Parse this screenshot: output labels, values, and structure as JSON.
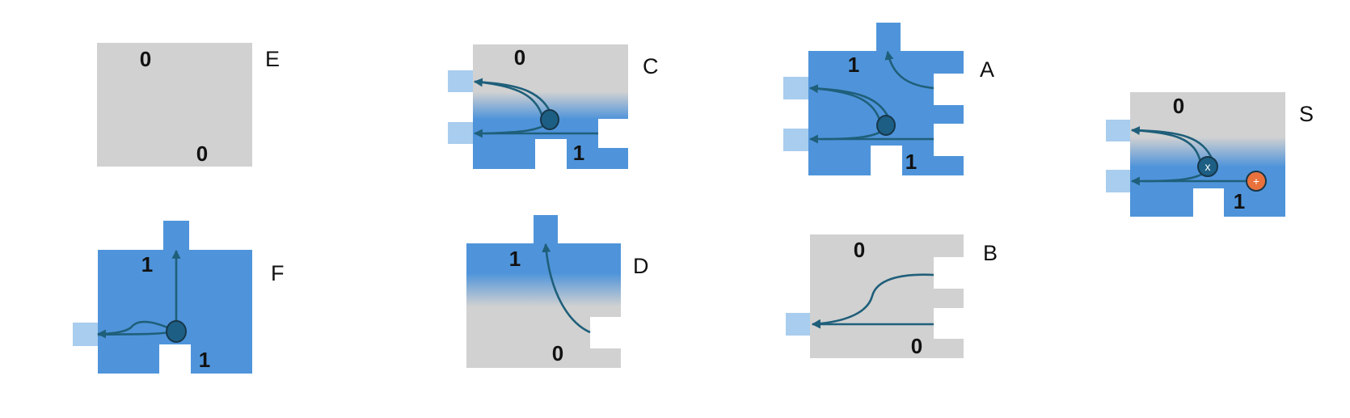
{
  "colors": {
    "active": "#4f94da",
    "inactive": "#d1d1d1",
    "port": "#a8cdee",
    "wire": "#1f5f7a",
    "node": "#1d5f84",
    "node_outline": "#17374a",
    "sum_node": "#e8713c"
  },
  "icons": {
    "wire_arrow": "arrowhead",
    "junction": "circle-node",
    "multiply": "x-circle-icon",
    "add": "plus-circle-icon"
  },
  "pieces": {
    "E": {
      "label": "E",
      "top_value": "0",
      "bottom_value": "0"
    },
    "C": {
      "label": "C",
      "top_value": "0",
      "bottom_value": "1"
    },
    "A": {
      "label": "A",
      "top_value": "1",
      "bottom_value": "1"
    },
    "S": {
      "label": "S",
      "top_value": "0",
      "bottom_value": "1",
      "multiply_symbol": "x",
      "add_symbol": "+"
    },
    "F": {
      "label": "F",
      "top_value": "1",
      "bottom_value": "1"
    },
    "D": {
      "label": "D",
      "top_value": "1",
      "bottom_value": "0"
    },
    "B": {
      "label": "B",
      "top_value": "0",
      "bottom_value": "0"
    }
  }
}
